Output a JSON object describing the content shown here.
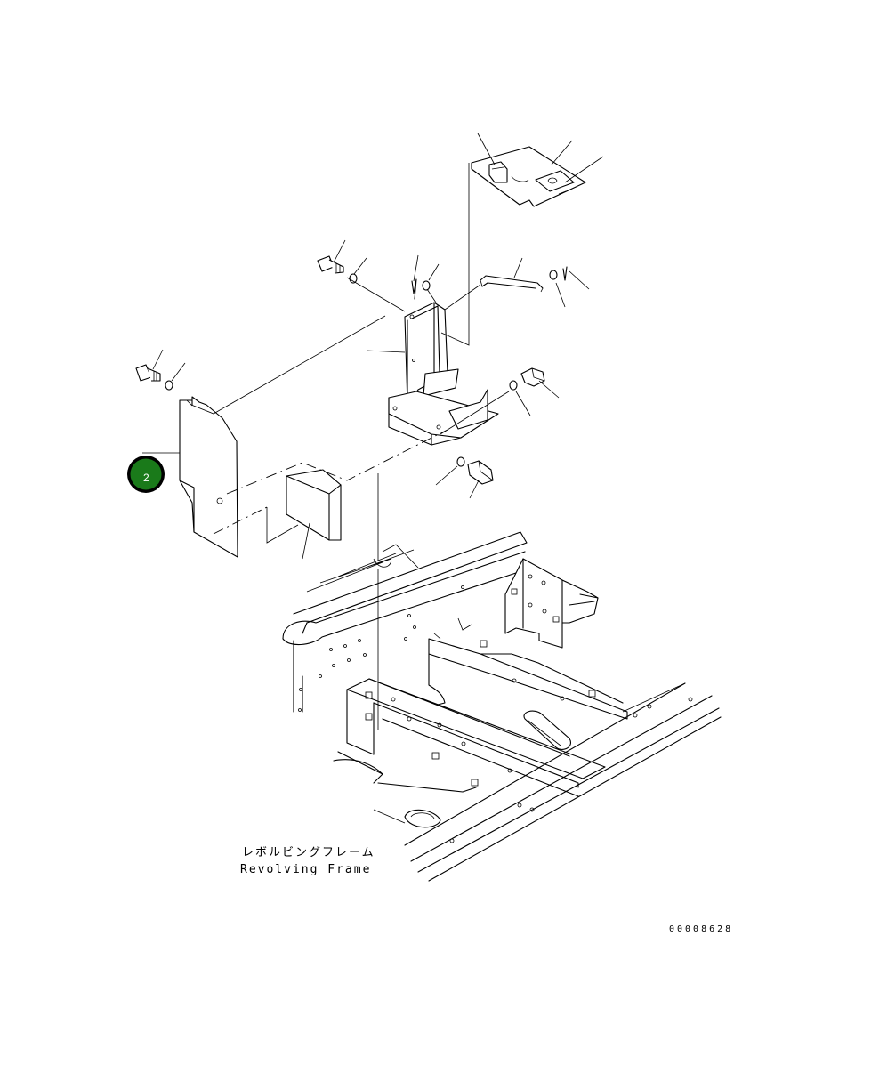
{
  "diagram": {
    "frame_label_jp": "レボルビングフレーム",
    "frame_label_en": "Revolving Frame",
    "reference_code": "00008628",
    "callout_badge": {
      "number": "2",
      "color": "#1a7a1a"
    }
  }
}
